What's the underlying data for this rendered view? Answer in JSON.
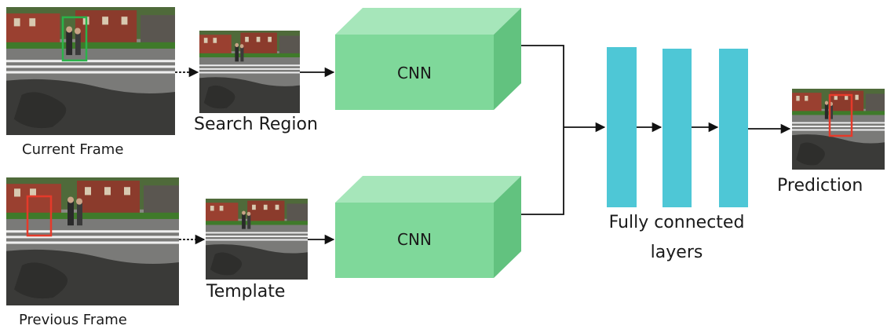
{
  "labels": {
    "current_frame": "Current Frame",
    "search_region": "Search Region",
    "previous_frame": "Previous Frame",
    "template": "Template",
    "cnn_top": "CNN",
    "cnn_bottom": "CNN",
    "fc_line1": "Fully connected",
    "fc_line2": "layers",
    "prediction": "Prediction"
  },
  "colors": {
    "cnn_front": "#7fd89a",
    "cnn_top": "#a6e6ba",
    "cnn_side": "#62c27f",
    "fc_layer": "#4ec7d6",
    "arrow": "#111111",
    "box_current": "#2bb34a",
    "box_previous": "#e53a2a",
    "box_prediction": "#e53a2a"
  },
  "icons": {
    "frame_photo": "street-scene-photo-icon"
  }
}
